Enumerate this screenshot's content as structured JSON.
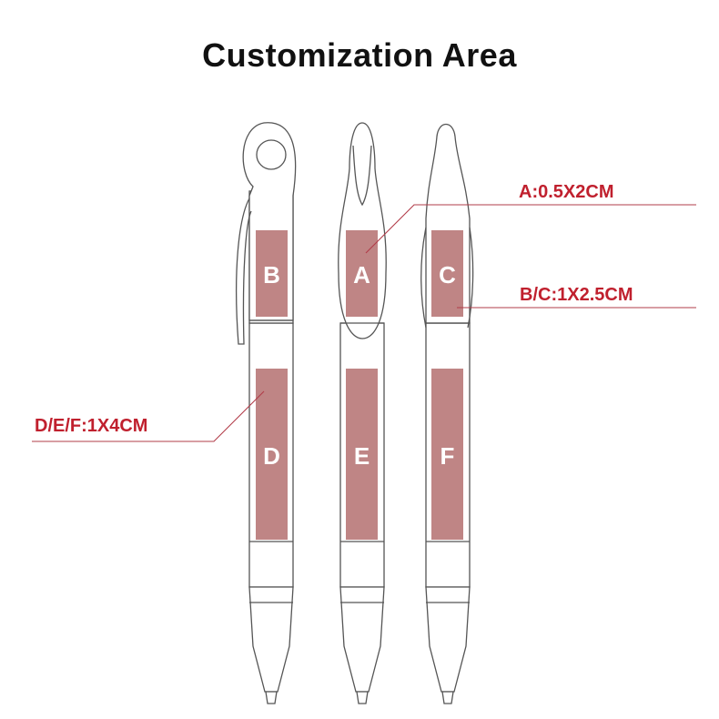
{
  "title": "Customization Area",
  "colors": {
    "area_fill": "#bf8585",
    "callout_text": "#c0202e",
    "pen_outline": "#555555"
  },
  "areas": [
    "A",
    "B",
    "C",
    "D",
    "E",
    "F"
  ],
  "callouts": {
    "a": "A:0.5X2CM",
    "bc": "B/C:1X2.5CM",
    "def": "D/E/F:1X4CM"
  }
}
